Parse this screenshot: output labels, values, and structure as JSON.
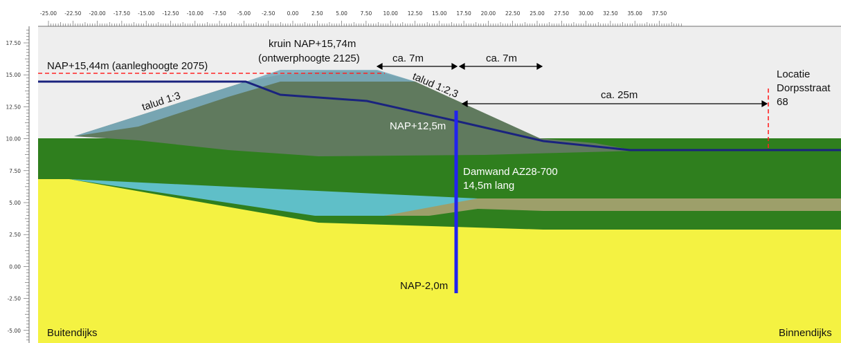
{
  "colors": {
    "background": "#eeeeee",
    "sand": "#f4f242",
    "clay": "#2f7f1e",
    "peat_blue": "#5fbfc8",
    "dike_core": "#607a5e",
    "dike_cover": "#7aaabb",
    "olive_layer": "#9d9f6a",
    "profile_line": "#1a237e",
    "sheet_pile": "#2222ee",
    "dashed_red": "#ff2222"
  },
  "axes": {
    "x_ticks": [
      "-25.00",
      "-22.50",
      "-20.00",
      "-17.50",
      "-15.00",
      "-12.50",
      "-10.00",
      "-7.50",
      "-5.00",
      "-2.50",
      "0.00",
      "2.50",
      "5.00",
      "7.50",
      "10.00",
      "12.50",
      "15.00",
      "17.50",
      "20.00",
      "22.50",
      "25.00",
      "27.50",
      "30.00",
      "32.50",
      "35.00",
      "37.50"
    ],
    "y_ticks": [
      "17.50",
      "15.00",
      "12.50",
      "10.00",
      "7.50",
      "5.00",
      "2.50",
      "0.00",
      "-2.50",
      "-5.00"
    ]
  },
  "labels": {
    "aanleghoogte": "NAP+15,44m (aanleghoogte 2075)",
    "kruin_line1": "kruin NAP+15,74m",
    "kruin_line2": "(ontwerphoogte 2125)",
    "ca7_left": "ca. 7m",
    "ca7_right": "ca. 7m",
    "ca25": "ca. 25m",
    "talud_outer": "talud 1:3",
    "talud_inner": "talud 1:2,3",
    "nap_top": "NAP+12,5m",
    "nap_bottom": "NAP-2,0m",
    "damwand_line1": "Damwand AZ28-700",
    "damwand_line2": "14,5m lang",
    "locatie_line1": "Locatie",
    "locatie_line2": "Dorpsstraat",
    "locatie_line3": "68",
    "buitendijks": "Buitendijks",
    "binnendijks": "Binnendijks"
  }
}
